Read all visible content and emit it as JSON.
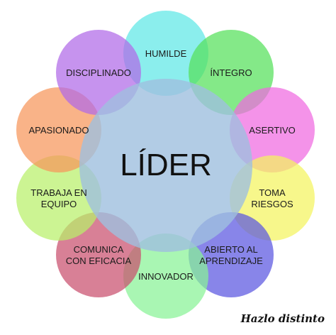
{
  "center": {
    "label": "LÍDER",
    "color": "#9fbfdf"
  },
  "petals": [
    {
      "id": "humilde",
      "lines": [
        "HUMILDE"
      ],
      "color": "#5ee8e6"
    },
    {
      "id": "integro",
      "lines": [
        "ÍNTEGRO"
      ],
      "color": "#55e05a"
    },
    {
      "id": "asertivo",
      "lines": [
        "ASERTIVO"
      ],
      "color": "#f06ae0"
    },
    {
      "id": "toma-riesgos",
      "lines": [
        "TOMA",
        "RIESGOS"
      ],
      "color": "#f4f45e"
    },
    {
      "id": "abierto-al-aprendizaje",
      "lines": [
        "ABIERTO AL",
        "APRENDIZAJE"
      ],
      "color": "#5a56e0"
    },
    {
      "id": "innovador",
      "lines": [
        "INNOVADOR"
      ],
      "color": "#88f296"
    },
    {
      "id": "comunica-con-eficacia",
      "lines": [
        "COMUNICA",
        "CON EFICACIA"
      ],
      "color": "#c94f6e"
    },
    {
      "id": "trabaja-en-equipo",
      "lines": [
        "TRABAJA EN",
        "EQUIPO"
      ],
      "color": "#b8f06a"
    },
    {
      "id": "apasionado",
      "lines": [
        "APASIONADO"
      ],
      "color": "#f7955a"
    },
    {
      "id": "disciplinado",
      "lines": [
        "DISCIPLINADO"
      ],
      "color": "#b06ae8"
    }
  ],
  "brand": "Hazlo distinto"
}
